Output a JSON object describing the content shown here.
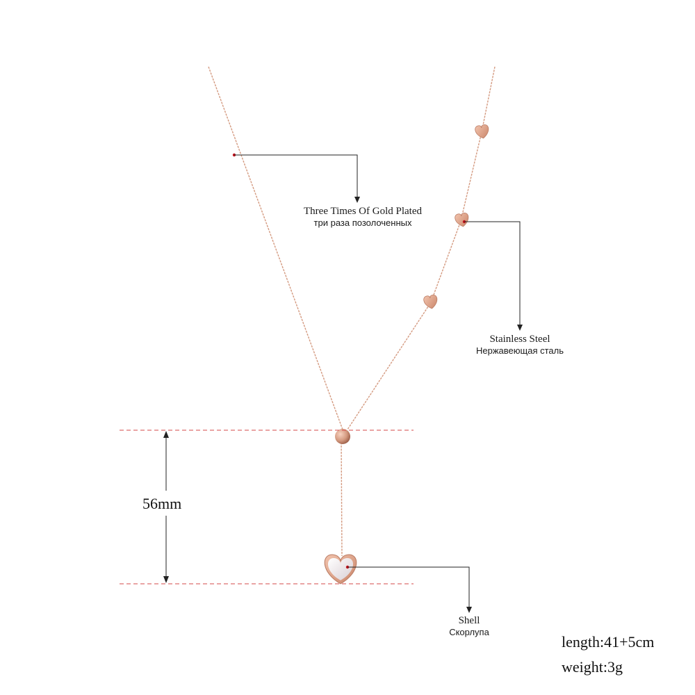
{
  "labels": {
    "gold": {
      "en": "Three Times Of Gold Plated",
      "ru": "три раза позолоченных"
    },
    "steel": {
      "en": "Stainless Steel",
      "ru": "Нержавеющая сталь"
    },
    "shell": {
      "en": "Shell",
      "ru": "Скорлупа"
    }
  },
  "dimension": {
    "drop_length": "56mm"
  },
  "specs": {
    "length": "length:41+5cm",
    "weight": "weight:3g"
  },
  "colors": {
    "chain": "#d49a80",
    "chain_dark": "#b97a62",
    "pendant_shell": "#efe9e6",
    "guide_line": "#d64a4a",
    "callout_line": "#222222",
    "callout_dot": "#c0121c"
  }
}
